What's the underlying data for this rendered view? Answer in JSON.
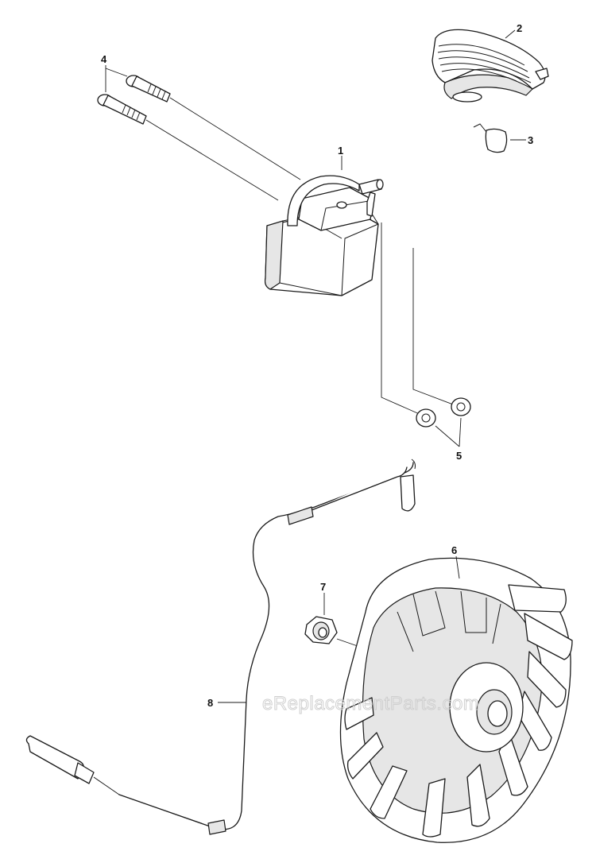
{
  "callouts": {
    "c1": "1",
    "c2": "2",
    "c3": "3",
    "c4": "4",
    "c5": "5",
    "c6": "6",
    "c7": "7",
    "c8": "8"
  },
  "watermark": "eReplacementParts.com",
  "colors": {
    "line": "#1a1a1a",
    "shade": "#e6e6e6",
    "watermark": "#cfcfcf"
  }
}
